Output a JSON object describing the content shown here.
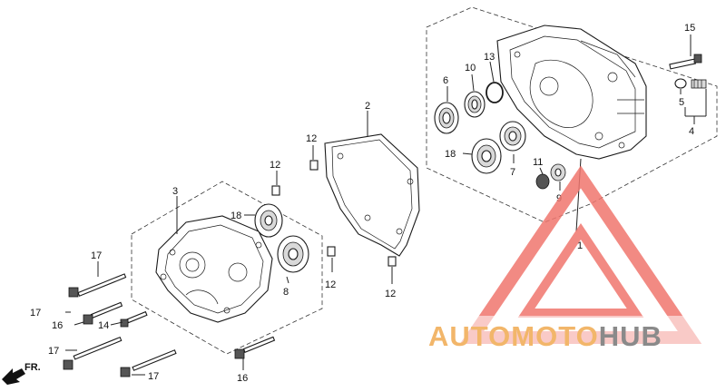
{
  "labels": {
    "p1": "1",
    "p2": "2",
    "p3": "3",
    "p4": "4",
    "p5": "5",
    "p6": "6",
    "p7": "7",
    "p8": "8",
    "p9": "9",
    "p10": "10",
    "p11": "11",
    "p12a": "12",
    "p12b": "12",
    "p12c": "12",
    "p12d": "12",
    "p13": "13",
    "p14": "14",
    "p15": "15",
    "p16a": "16",
    "p16b": "16",
    "p17a": "17",
    "p17b": "17",
    "p17c": "17",
    "p17d": "17",
    "p18a": "18",
    "p18b": "18"
  },
  "direction": "FR.",
  "watermark": {
    "part1": "AUTOMOTO",
    "part2": "HUB"
  },
  "colors": {
    "watermark_red": "#f0766e",
    "watermark_orange": "#f2b66a",
    "watermark_gray": "#8a8a8a"
  }
}
